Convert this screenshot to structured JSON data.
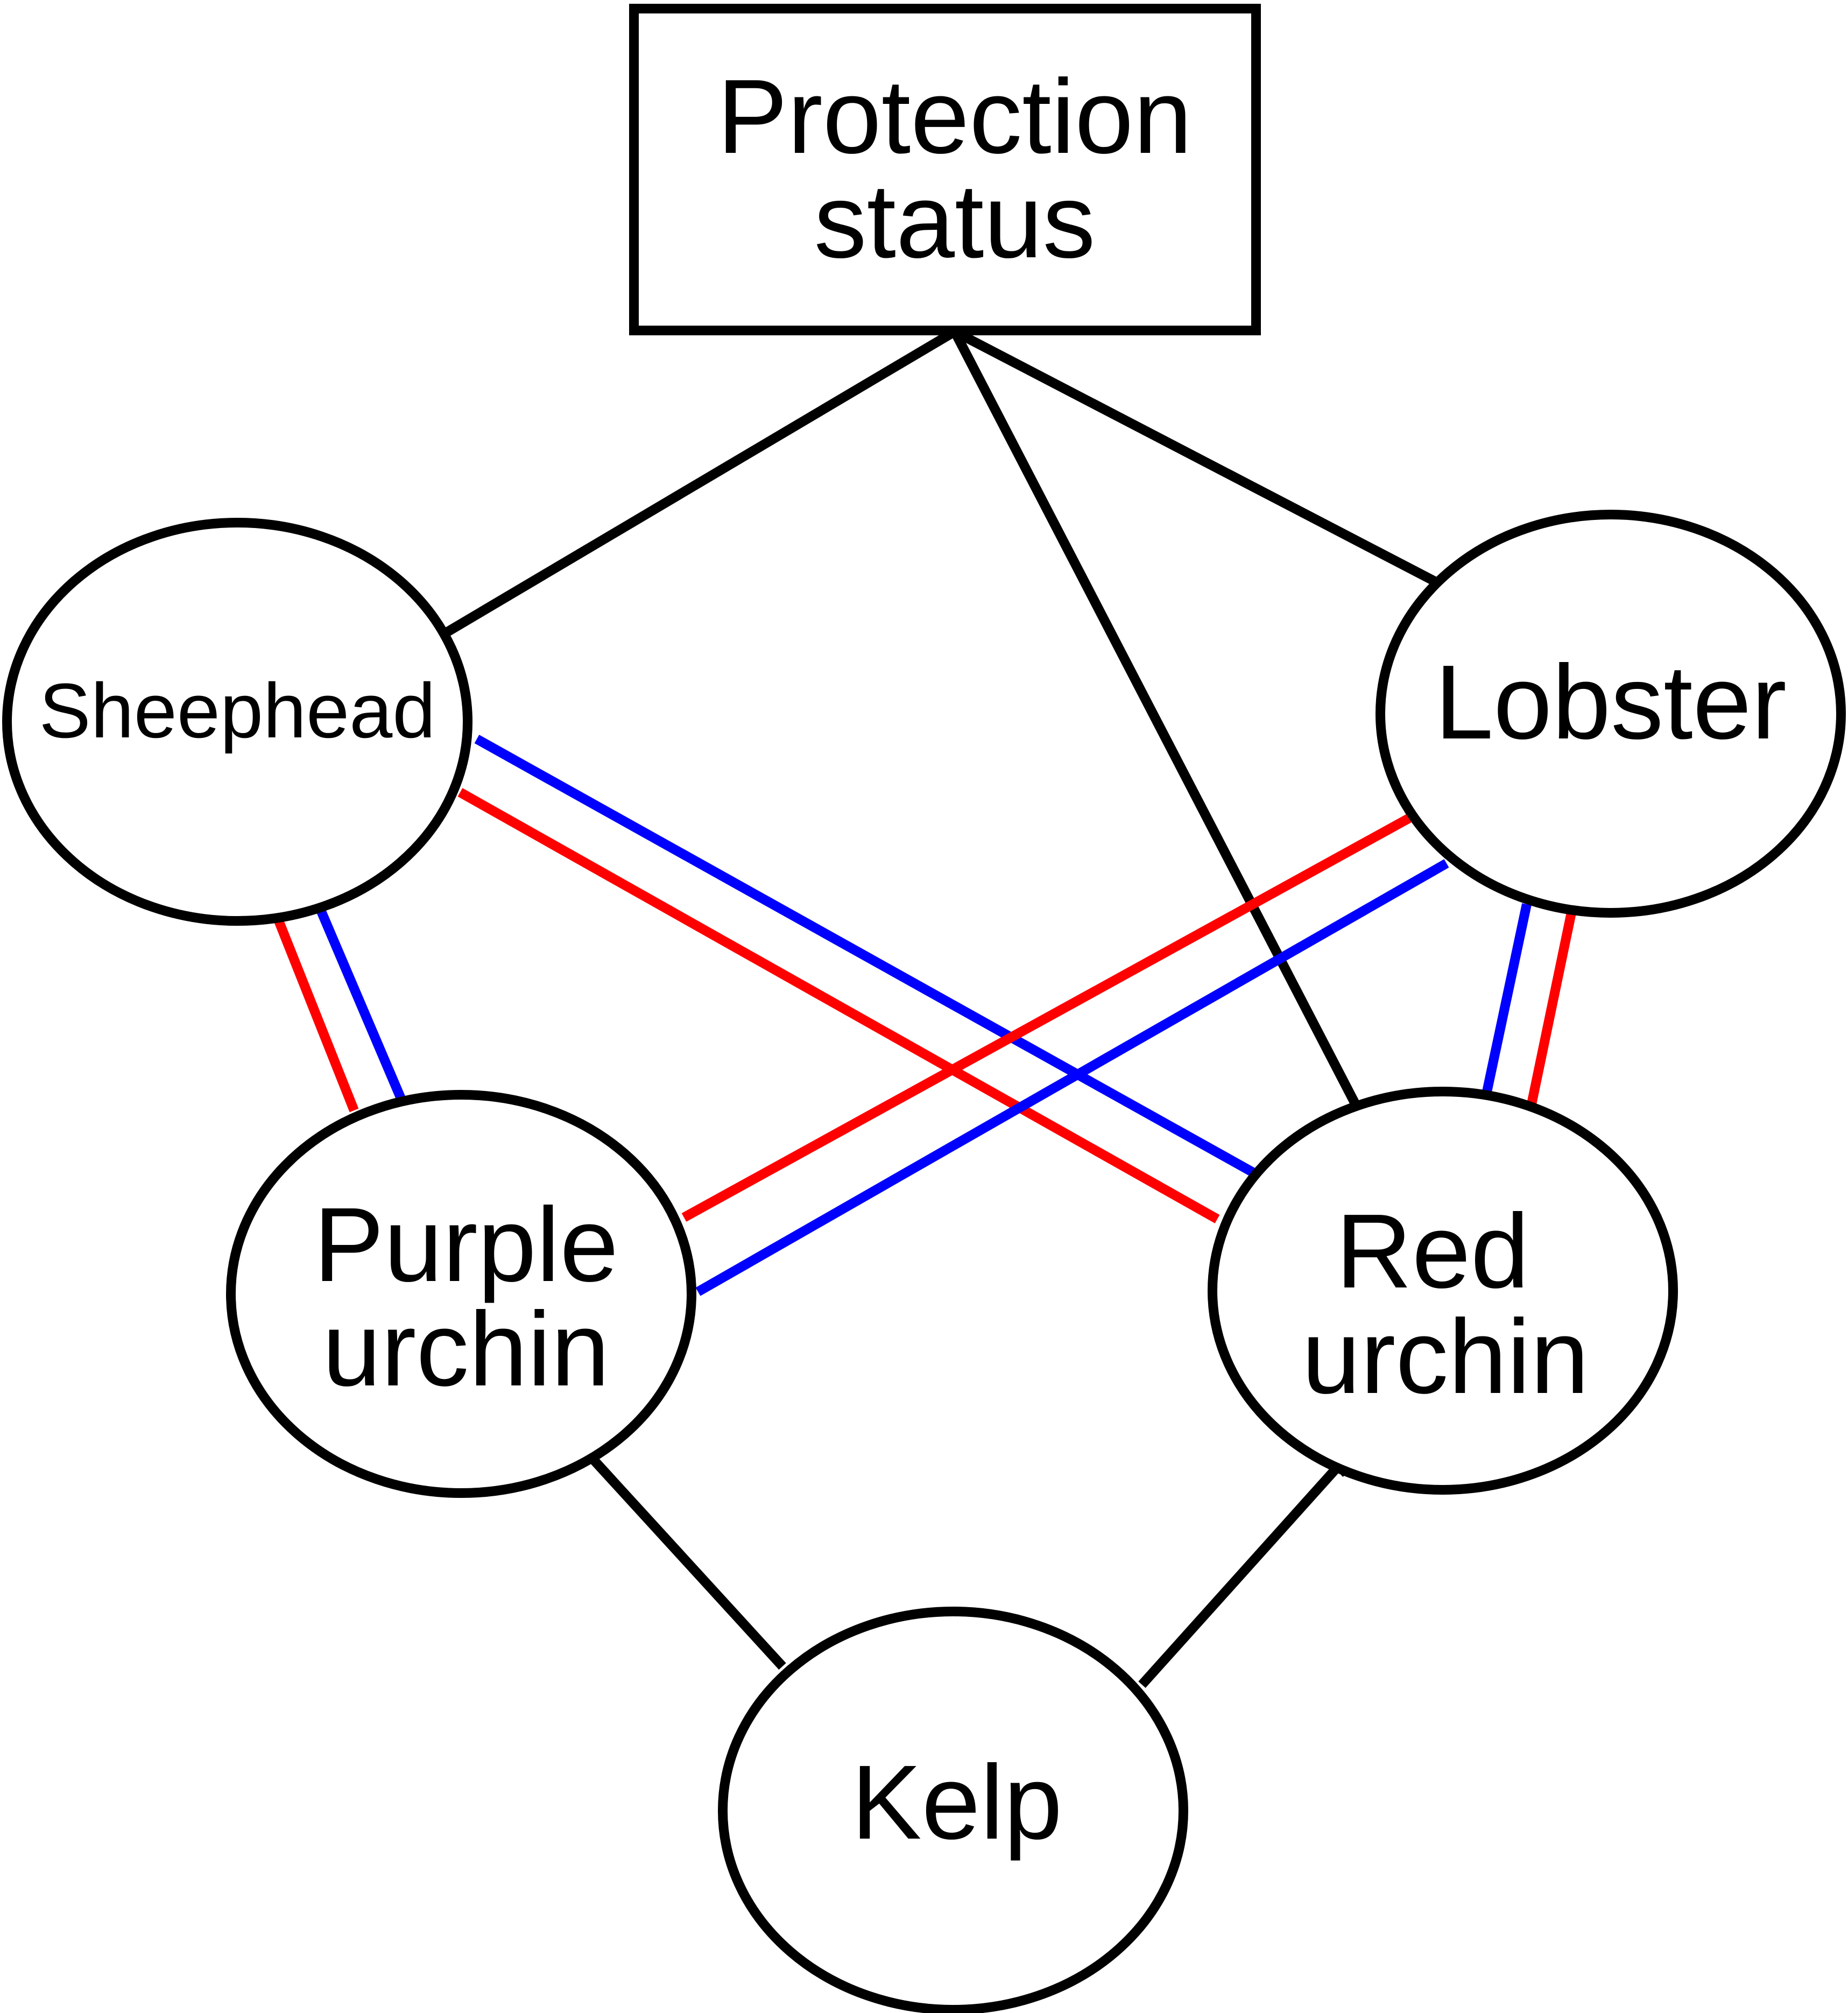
{
  "diagram": {
    "colors": {
      "outline": "#000000",
      "link_black": "#000000",
      "link_red": "#ff0000",
      "link_blue": "#0000ff",
      "background": "#ffffff"
    },
    "nodes": {
      "protection_status": {
        "line1": "Protection",
        "line2": "status"
      },
      "sheephead": {
        "label": "Sheephead"
      },
      "lobster": {
        "label": "Lobster"
      },
      "purple_urchin": {
        "line1": "Purple",
        "line2": "urchin"
      },
      "red_urchin": {
        "line1": "Red",
        "line2": "urchin"
      },
      "kelp": {
        "label": "Kelp"
      }
    },
    "edges": [
      {
        "from": "Protection status",
        "to": "Sheephead",
        "color": "black"
      },
      {
        "from": "Protection status",
        "to": "Red urchin",
        "color": "black"
      },
      {
        "from": "Protection status",
        "to": "Lobster",
        "color": "black"
      },
      {
        "from": "Sheephead",
        "to": "Purple urchin",
        "color": "red"
      },
      {
        "from": "Sheephead",
        "to": "Purple urchin",
        "color": "blue"
      },
      {
        "from": "Sheephead",
        "to": "Red urchin",
        "color": "red"
      },
      {
        "from": "Sheephead",
        "to": "Red urchin",
        "color": "blue"
      },
      {
        "from": "Lobster",
        "to": "Purple urchin",
        "color": "red"
      },
      {
        "from": "Lobster",
        "to": "Purple urchin",
        "color": "blue"
      },
      {
        "from": "Lobster",
        "to": "Red urchin",
        "color": "blue"
      },
      {
        "from": "Lobster",
        "to": "Red urchin",
        "color": "red"
      },
      {
        "from": "Purple urchin",
        "to": "Kelp",
        "color": "black"
      },
      {
        "from": "Red urchin",
        "to": "Kelp",
        "color": "black"
      }
    ]
  }
}
